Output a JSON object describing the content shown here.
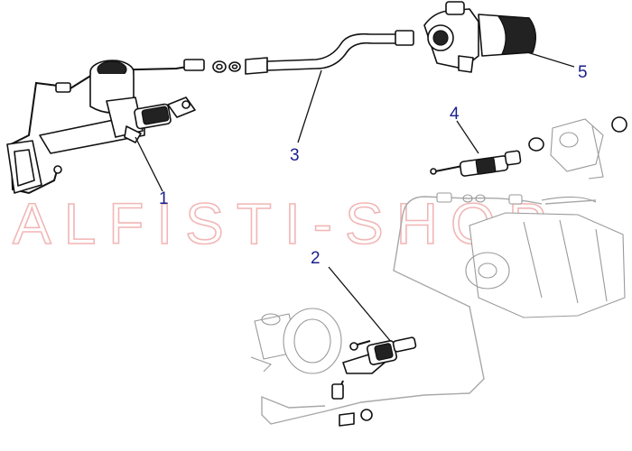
{
  "watermark": "ALFISTI-SHOP",
  "callouts": [
    {
      "id": "1",
      "label": "1"
    },
    {
      "id": "2",
      "label": "2"
    },
    {
      "id": "3",
      "label": "3"
    },
    {
      "id": "4",
      "label": "4"
    },
    {
      "id": "5",
      "label": "5"
    }
  ],
  "colors": {
    "callout_text": "#1a1f8c",
    "line_art": "#111111",
    "ghost_art": "#9a9a9a",
    "watermark": "#f2b6b6"
  }
}
